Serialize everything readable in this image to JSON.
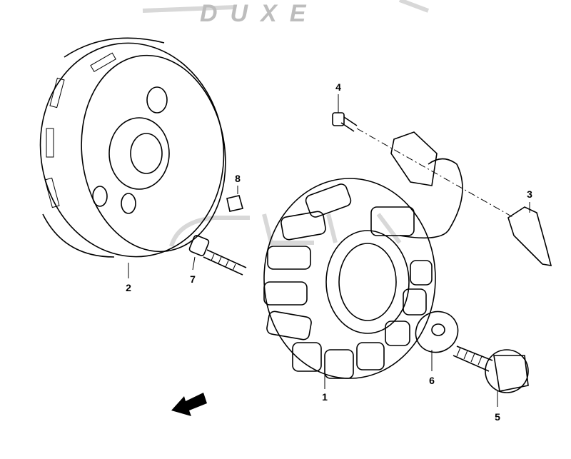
{
  "diagram": {
    "title": "Magneto / Generator Assembly",
    "watermark": "DUXE",
    "parts": [
      {
        "number": "1",
        "name": "stator"
      },
      {
        "number": "2",
        "name": "rotor"
      },
      {
        "number": "3",
        "name": "clamp"
      },
      {
        "number": "4",
        "name": "screw"
      },
      {
        "number": "5",
        "name": "bolt"
      },
      {
        "number": "6",
        "name": "washer"
      },
      {
        "number": "7",
        "name": "bolt"
      },
      {
        "number": "8",
        "name": "key"
      }
    ]
  }
}
